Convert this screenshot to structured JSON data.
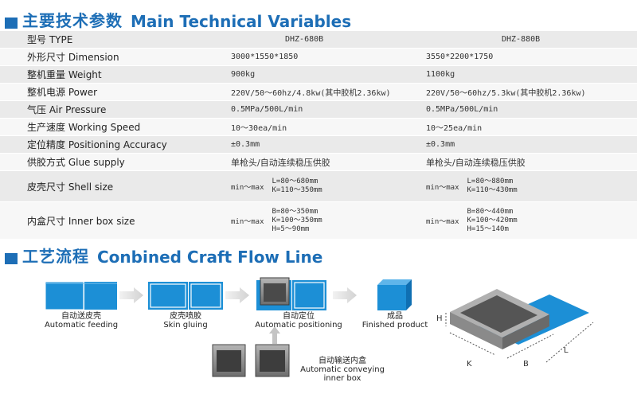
{
  "sections": {
    "tech": {
      "cn": "主要技术参数",
      "en": "Main Technical Variables"
    },
    "flow": {
      "cn": "工艺流程",
      "en": "Conbined Craft Flow Line"
    }
  },
  "table": {
    "rows": [
      {
        "label": "型号 TYPE",
        "v1": "DHZ-680B",
        "v2": "DHZ-880B"
      },
      {
        "label": "外形尺寸 Dimension",
        "v1": "3000*1550*1850",
        "v2": "3550*2200*1750"
      },
      {
        "label": "整机重量 Weight",
        "v1": "900kg",
        "v2": "1100kg"
      },
      {
        "label": "整机电源 Power",
        "v1": "220V/50～60hz/4.8kw(其中胶机2.36kw)",
        "v2": "220V/50～60hz/5.3kw(其中胶机2.36kw)"
      },
      {
        "label": "气压 Air Pressure",
        "v1": "0.5MPa/500L/min",
        "v2": "0.5MPa/500L/min"
      },
      {
        "label": "生产速度 Working Speed",
        "v1": "10～30ea/min",
        "v2": "10～25ea/min"
      },
      {
        "label": "定位精度 Positioning Accuracy",
        "v1": "±0.3mm",
        "v2": "±0.3mm"
      },
      {
        "label": "供胶方式 Glue supply",
        "v1": "单枪头/自动连续稳压供胶",
        "v2": "单枪头/自动连续稳压供胶"
      }
    ],
    "shell": {
      "label": "皮壳尺寸 Shell size",
      "prefix": "min～max",
      "v1": [
        "L=80～680mm",
        "K=110～350mm"
      ],
      "v2": [
        "L=80～880mm",
        "K=110～430mm"
      ]
    },
    "inner": {
      "label": "内盒尺寸 Inner box size",
      "prefix": "min～max",
      "v1": [
        "B=80～350mm",
        "K=100～350mm",
        "H=5～90mm"
      ],
      "v2": [
        "B=80～440mm",
        "K=100～420mm",
        "H=15～140m"
      ]
    }
  },
  "flow": {
    "steps": [
      {
        "cn": "自动送皮壳",
        "en": "Automatic feeding"
      },
      {
        "cn": "皮壳喷胶",
        "en": "Skin gluing"
      },
      {
        "cn": "自动定位",
        "en": "Automatic positioning"
      },
      {
        "cn": "成品",
        "en": "Finished product"
      }
    ],
    "conveying": {
      "cn": "自动输送内盒",
      "en1": "Automatic conveying",
      "en2": "inner box"
    },
    "dims": {
      "H": "H",
      "K": "K",
      "B": "B",
      "L": "L"
    }
  },
  "colors": {
    "brand_blue": "#1d6eb6",
    "panel_blue": "#1c8fd6",
    "row_dark": "#eaeaea",
    "row_light": "#f7f7f7"
  }
}
